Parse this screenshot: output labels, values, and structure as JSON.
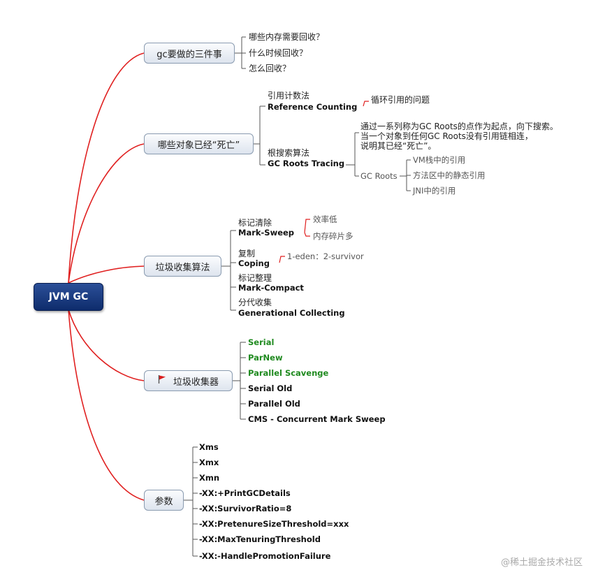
{
  "root": "JVM GC",
  "branches": {
    "gc_tasks": {
      "label": "gc要做的三件事",
      "items": [
        "哪些内存需要回收？",
        "什么时候回收？",
        "怎么回收？"
      ]
    },
    "dead_objects": {
      "label": "哪些对象已经“死亡”",
      "ref_count": {
        "zh": "引用计数法",
        "en": "Reference Counting",
        "note": "循环引用的问题"
      },
      "gc_roots": {
        "zh": "根搜索算法",
        "en": "GC Roots Tracing",
        "desc_1": "通过一系列称为GC Roots的点作为起点，向下搜索。",
        "desc_2": "当一个对象到任何GC Roots没有引用链相连，",
        "desc_3": "说明其已经“死亡”。",
        "roots_label": "GC Roots",
        "roots": [
          "VM栈中的引用",
          "方法区中的静态引用",
          "JNI中的引用"
        ]
      }
    },
    "algorithms": {
      "label": "垃圾收集算法",
      "mark_sweep": {
        "zh": "标记清除",
        "en": "Mark-Sweep",
        "notes": [
          "效率低",
          "内存碎片多"
        ]
      },
      "coping": {
        "zh": "复制",
        "en": "Coping",
        "note": "1-eden：2-survivor"
      },
      "mark_compact": {
        "zh": "标记整理",
        "en": "Mark-Compact"
      },
      "generational": {
        "zh": "分代收集",
        "en": "Generational Collecting"
      }
    },
    "collectors": {
      "label": "垃圾收集器",
      "flag_icon": "red-flag-icon",
      "young": [
        "Serial",
        "ParNew",
        "Parallel Scavenge"
      ],
      "old": [
        "Serial Old",
        "Parallel Old",
        "CMS - Concurrent Mark Sweep"
      ]
    },
    "params": {
      "label": "参数",
      "items": [
        "Xms",
        "Xmx",
        "Xmn",
        "-XX:+PrintGCDetails",
        "-XX:SurvivorRatio=8",
        "-XX:PretenureSizeThreshold=xxx",
        "-XX:MaxTenuringThreshold",
        "-XX:-HandlePromotionFailure"
      ]
    }
  },
  "watermark": "@稀土掘金技术社区",
  "colors": {
    "link": "#e02020",
    "root_bg": "#16357a",
    "green_text": "#1f8a1f"
  }
}
